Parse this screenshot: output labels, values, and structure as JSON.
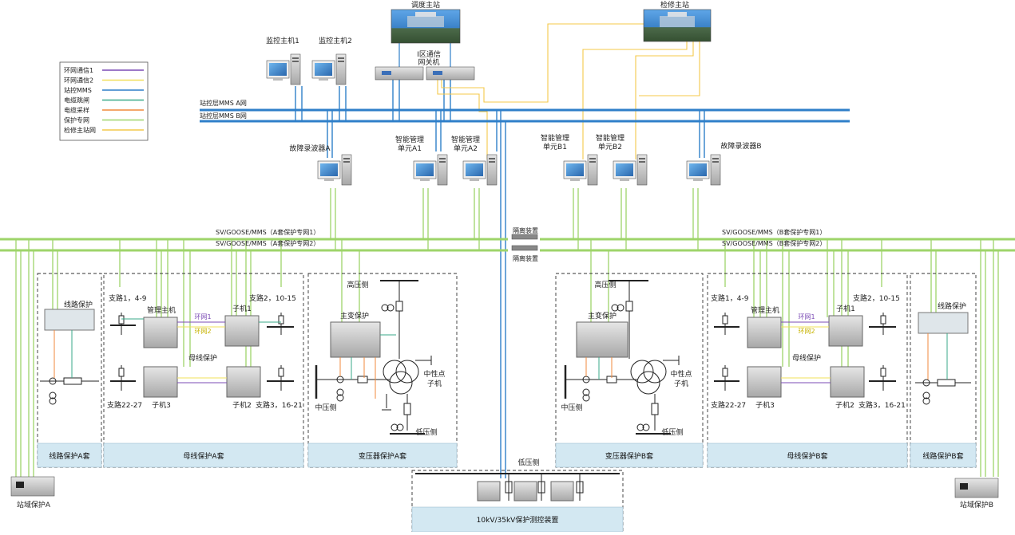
{
  "legend": {
    "items": [
      {
        "label": "环网通信1",
        "color": "#7b4bb5"
      },
      {
        "label": "环网通信2",
        "color": "#f1e05a"
      },
      {
        "label": "站控MMS",
        "color": "#2f7fc9"
      },
      {
        "label": "电缆跳闸",
        "color": "#3aaa8a"
      },
      {
        "label": "电缆采样",
        "color": "#f08a3c"
      },
      {
        "label": "保护专网",
        "color": "#9ed46a"
      },
      {
        "label": "检修主站网",
        "color": "#f4c84a"
      }
    ]
  },
  "top": {
    "dispatch_station": "调度主站",
    "maintenance_station": "检修主站",
    "monitor_host_1": "监控主机1",
    "monitor_host_2": "监控主机2",
    "gateway": "I区通信\n网关机",
    "gateway_l1": "I区通信",
    "gateway_l2": "网关机"
  },
  "buses": {
    "mms_a": "站控层MMS A网",
    "mms_b": "站控层MMS B网",
    "a_net1": "SV/GOOSE/MMS（A套保护专网1）",
    "a_net2": "SV/GOOSE/MMS（A套保护专网2）",
    "b_net1": "SV/GOOSE/MMS（B套保护专网1）",
    "b_net2": "SV/GOOSE/MMS（B套保护专网2）",
    "isolation_1": "隔离装置",
    "isolation_2": "隔离装置"
  },
  "hosts": {
    "fault_recorder_a": "故障录波器A",
    "mgmt_a1_l1": "智能管理",
    "mgmt_a1_l2": "单元A1",
    "mgmt_a2_l1": "智能管理",
    "mgmt_a2_l2": "单元A2",
    "mgmt_b1_l1": "智能管理",
    "mgmt_b1_l2": "单元B1",
    "mgmt_b2_l1": "智能管理",
    "mgmt_b2_l2": "单元B2",
    "fault_recorder_b": "故障录波器B"
  },
  "panels": {
    "line_a": {
      "title": "线路保护A套",
      "device": "线路保护"
    },
    "busbar_a": {
      "title": "母线保护A套",
      "mgmt": "管理主机",
      "sub1": "子机1",
      "sub2": "子机2",
      "sub3": "子机3",
      "branch_1": "支路1，4-9",
      "branch_2": "支路2，10-15",
      "branch_3": "支路22-27",
      "branch_4": "支路3，16-21",
      "ring1": "环网1",
      "ring2": "环网2",
      "busbar": "母线保护"
    },
    "transformer_a": {
      "title": "变压器保护A套",
      "hv": "高压侧",
      "mv": "中压侧",
      "lv": "低压侧",
      "main": "主变保护",
      "neutral_l1": "中性点",
      "neutral_l2": "子机"
    },
    "transformer_b": {
      "title": "变压器保护B套",
      "hv": "高压侧",
      "mv": "中压侧",
      "lv": "低压侧",
      "main": "主变保护",
      "neutral_l1": "中性点",
      "neutral_l2": "子机"
    },
    "busbar_b": {
      "title": "母线保护B套",
      "mgmt": "管理主机",
      "sub1": "子机1",
      "sub2": "子机2",
      "sub3": "子机3",
      "branch_1": "支路1，4-9",
      "branch_2": "支路2，10-15",
      "branch_3": "支路22-27",
      "branch_4": "支路3，16-21",
      "ring1": "环网1",
      "ring2": "环网2",
      "busbar": "母线保护"
    },
    "line_b": {
      "title": "线路保护B套",
      "device": "线路保护"
    },
    "lv_panel": {
      "title": "10kV/35kV保护测控装置",
      "lv": "低压侧"
    }
  },
  "station": {
    "wide_a": "站域保护A",
    "wide_b": "站域保护B"
  }
}
